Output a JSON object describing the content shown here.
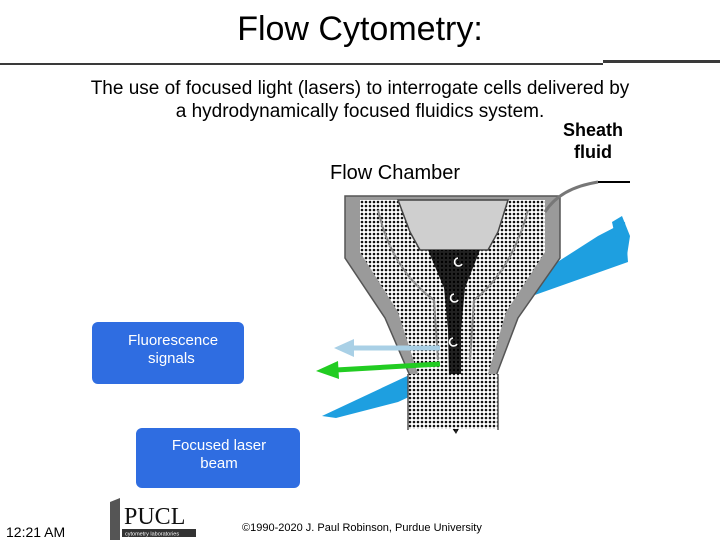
{
  "slide": {
    "title": "Flow Cytometry:",
    "subtitle_line1": "The use of focused light (lasers) to interrogate cells delivered by",
    "subtitle_line2": "a hydrodynamically focused fluidics system.",
    "time": "12:21 AM",
    "copyright": "©1990-2020  J. Paul Robinson, Purdue University"
  },
  "diagram": {
    "sheath_label_line1": "Sheath",
    "sheath_label_line2": "fluid",
    "chamber_label": "Flow Chamber",
    "fluorescence_line1": "Fluorescence",
    "fluorescence_line2": "signals",
    "laser_line1": "Focused laser",
    "laser_line2": "beam"
  },
  "logo": {
    "text": "PUCL",
    "subtext": "cytometry laboratories"
  },
  "colors": {
    "label_box": "#2f6de1",
    "laser": "#1e9fe0",
    "fluorescence_green": "#22cc22",
    "scatter_light": "#a9d0e6"
  }
}
